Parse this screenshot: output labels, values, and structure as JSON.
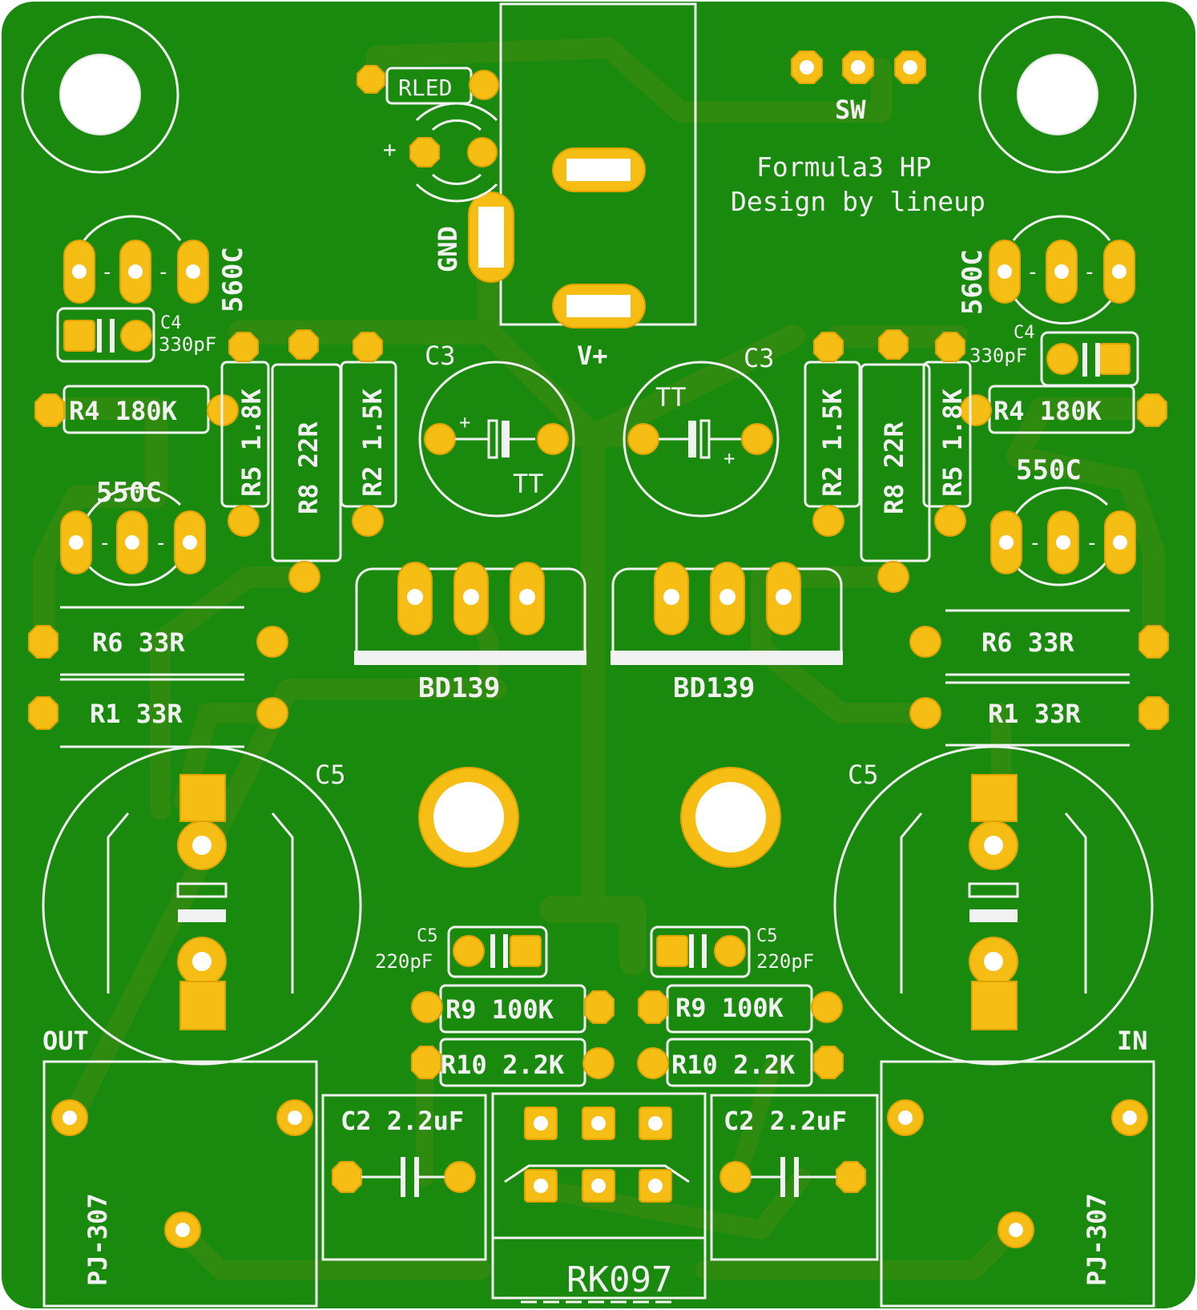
{
  "board": {
    "title_line1": "Formula3 HP",
    "title_line2": "Design by lineup",
    "colors": {
      "copper_fill": "#1a8a0e",
      "trace": "#2f8a10",
      "silkscreen": "#f2f2f2",
      "pad": "#f6bd14",
      "hole": "#ffffff"
    }
  },
  "labels": {
    "rled": "RLED",
    "plus": "+",
    "gnd": "GND",
    "vplus": "V+",
    "sw": "SW",
    "c3": "C3",
    "tt": "TT",
    "bd139": "BD139",
    "c5": "C5",
    "c5_small": "C5",
    "pf220": "220pF",
    "c4": "C4",
    "pf330": "330pF",
    "r4": "R4 180K",
    "r5": "R5 1.8K",
    "r8": "R8 22R",
    "r2": "R2 1.5K",
    "q560": "560C",
    "q550": "550C",
    "r6": "R6 33R",
    "r1": "R1 33R",
    "r9": "R9 100K",
    "r10": "R10 2.2K",
    "c2": "C2 2.2uF",
    "out": "OUT",
    "in": "IN",
    "pj307": "PJ-307",
    "rk097": "RK097",
    "dash": "-"
  }
}
